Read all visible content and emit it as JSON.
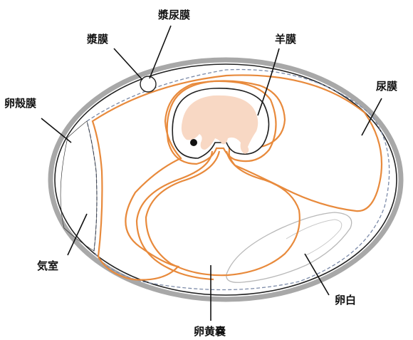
{
  "labels": {
    "serosa": "漿膜",
    "chorioallantoic": "漿尿膜",
    "amnion": "羊膜",
    "allantois": "尿膜",
    "shell_membrane": "卵殻膜",
    "air_cell": "気室",
    "albumen": "卵白",
    "yolk_sac": "卵黄嚢"
  },
  "colors": {
    "membrane_orange": "#e88a3c",
    "shell_gray": "#a8a8a8",
    "embryo_fill": "#f8d8c4",
    "inner_dashed": "#7b8aa8",
    "albumen_outline": "#b8b8b8"
  }
}
